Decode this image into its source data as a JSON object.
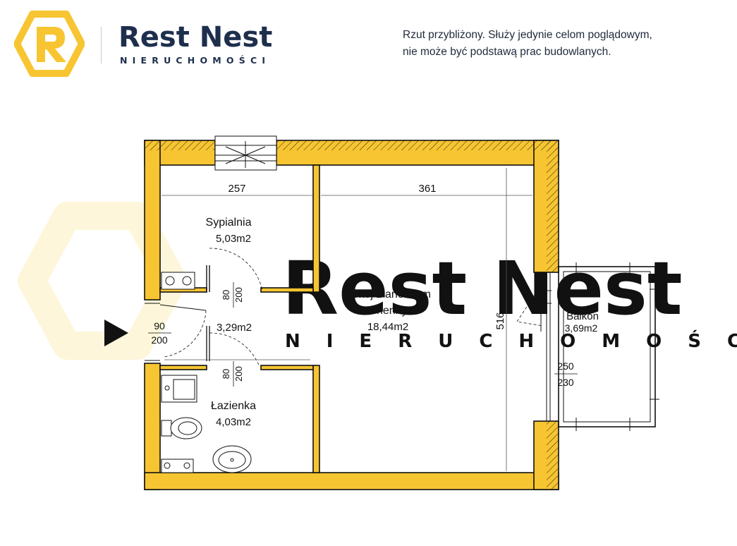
{
  "brand": {
    "name": "Rest Nest",
    "subtitle": "NIERUCHOMOŚCI",
    "logo_letter": "R",
    "color_primary": "#1e2f4d",
    "color_accent": "#f7c531"
  },
  "disclaimer": {
    "line1": "Rzut przybliżony. Służy jedynie celom poglądowym,",
    "line2": "nie może być podstawą prac budowlanych."
  },
  "watermark": {
    "name": "Rest Nest",
    "subtitle": "NIERUCHOMOŚCI"
  },
  "rooms": {
    "bedroom": {
      "name": "Sypialnia",
      "area": "5,03m2"
    },
    "hall": {
      "area": "3,29m2"
    },
    "living": {
      "name_line1": "Pokój z aneksem",
      "name_line2": "kuchennym",
      "area": "18,44m2"
    },
    "bathroom": {
      "name": "Łazienka",
      "area": "4,03m2"
    },
    "balcony": {
      "name": "Balkon",
      "area": "3,69m2"
    }
  },
  "dimensions": {
    "bedroom_width": "257",
    "living_width": "361",
    "living_height": "516",
    "bedroom_door_w": "80",
    "bedroom_door_h": "200",
    "bath_door_w": "80",
    "bath_door_h": "200",
    "entrance_door_w": "90",
    "entrance_door_h": "200",
    "balcony_door_w": "250",
    "balcony_door_h": "230"
  },
  "colors": {
    "wall_fill": "#f7c531",
    "line": "#111111"
  },
  "icons": {
    "entrance": "entrance-arrow-icon",
    "stove": "stove-icon",
    "washer": "washing-machine-icon",
    "toilet": "toilet-icon",
    "shower": "shower-icon",
    "sink": "sink-icon"
  }
}
